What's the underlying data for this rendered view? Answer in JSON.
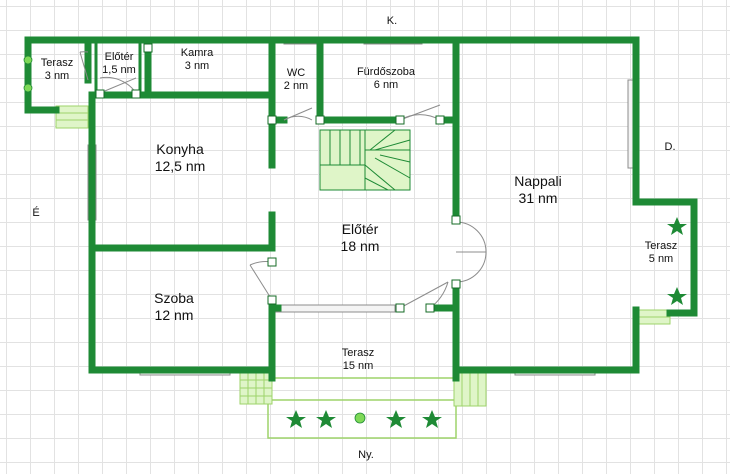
{
  "colors": {
    "wall": "#1e8a35",
    "wall_dark": "#146b26",
    "stair_fill": "#dff5c8",
    "window_frame": "#8c8c8c",
    "window_glass": "#f4f4f4",
    "door_line": "#8c8c8c",
    "plant_star": "#1e8a35",
    "plant_flower": "#7ed957"
  },
  "compass": {
    "north": "K.",
    "south": "Ny.",
    "west": "É",
    "east": "D."
  },
  "rooms": {
    "terasz_nw": {
      "name": "Terasz",
      "area": "3 nm"
    },
    "eloter_small": {
      "name": "Előtér",
      "area": "1,5 nm"
    },
    "kamra": {
      "name": "Kamra",
      "area": "3 nm"
    },
    "wc": {
      "name": "WC",
      "area": "2 nm"
    },
    "furdoszoba": {
      "name": "Fürdőszoba",
      "area": "6 nm"
    },
    "konyha": {
      "name": "Konyha",
      "area": "12,5 nm"
    },
    "nappali": {
      "name": "Nappali",
      "area": "31 nm"
    },
    "eloter_main": {
      "name": "Előtér",
      "area": "18 nm"
    },
    "szoba": {
      "name": "Szoba",
      "area": "12 nm"
    },
    "terasz_s": {
      "name": "Terasz",
      "area": "15 nm"
    },
    "terasz_e": {
      "name": "Terasz",
      "area": "5 nm"
    }
  }
}
